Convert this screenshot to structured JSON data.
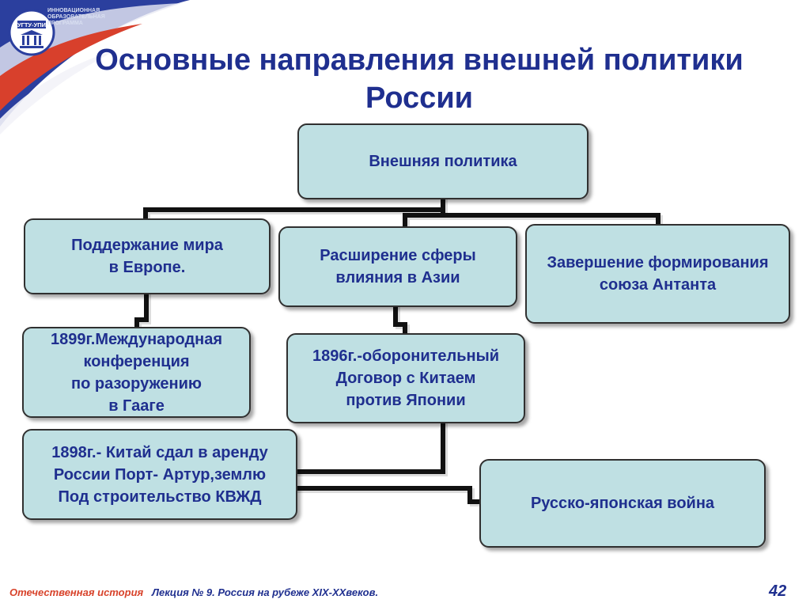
{
  "header": {
    "logo_text": "УГТУ-УПИ",
    "logo_caption_lines": [
      "ИННОВАЦИОННАЯ",
      "ОБРАЗОВАТЕЛЬНАЯ",
      "ПРОГРАММА"
    ],
    "title_line1": "Основные направления внешней политики",
    "title_line2": "России"
  },
  "diagram": {
    "root": "Внешняя политика",
    "branch_peace": "Поддержание мира\nв Европе.",
    "branch_asia": "Расширение сферы\nвлияния в Азии",
    "branch_entente": "Завершение формирования\nсоюза Антанта",
    "event_hague": "1899г.Международная\nконференция\nпо разоружению\nв Гааге",
    "event_treaty": "1896г.-оборонительный\nДоговор с Китаем\nпротив Японии",
    "event_lease": "1898г.- Китай сдал в аренду\nРоссии Порт- Артур,землю\nПод строительство КВЖД",
    "event_war": "Русско-японская война"
  },
  "colors": {
    "box_fill": "#bfe0e3",
    "text": "#1f2f8f",
    "footer_accent": "#d8432b"
  },
  "footer": {
    "course": "Отечественная история",
    "lecture": "Лекция № 9. Россия на рубеже XIX-XXвеков.",
    "page_number": "42"
  }
}
